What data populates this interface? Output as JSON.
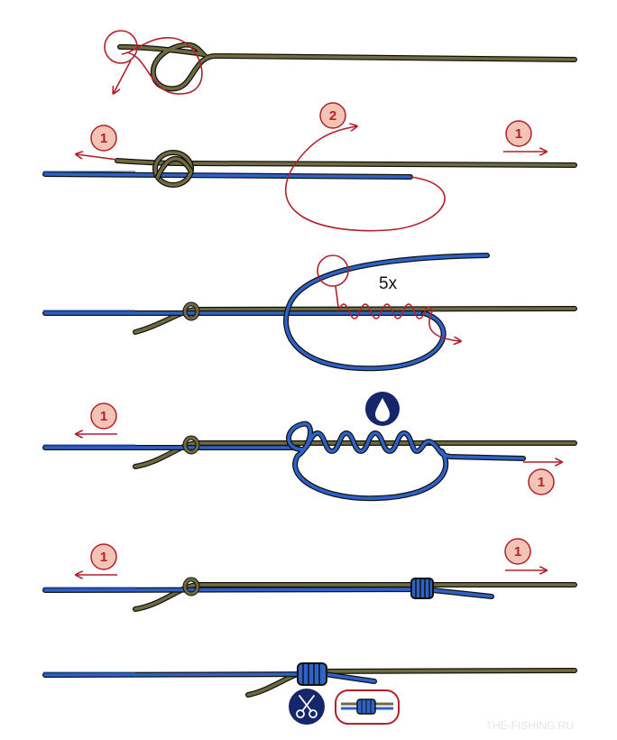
{
  "colors": {
    "olive": "#6f6b3f",
    "blue": "#2d62c8",
    "red": "#b0212a",
    "badge_fill": "#f3c3b6",
    "navy": "#16266b",
    "watermark": "#e6e6e6"
  },
  "badges": {
    "step2_left": "1",
    "step2_mid": "2",
    "step2_right": "1",
    "step4_left": "1",
    "step4_right": "1",
    "step5_left": "1",
    "step5_right": "1"
  },
  "wraps_label": "5x",
  "icons": {
    "wet": "water-drop-icon",
    "trim": "scissors-icon"
  },
  "watermark": "THE-FISHING.RU"
}
